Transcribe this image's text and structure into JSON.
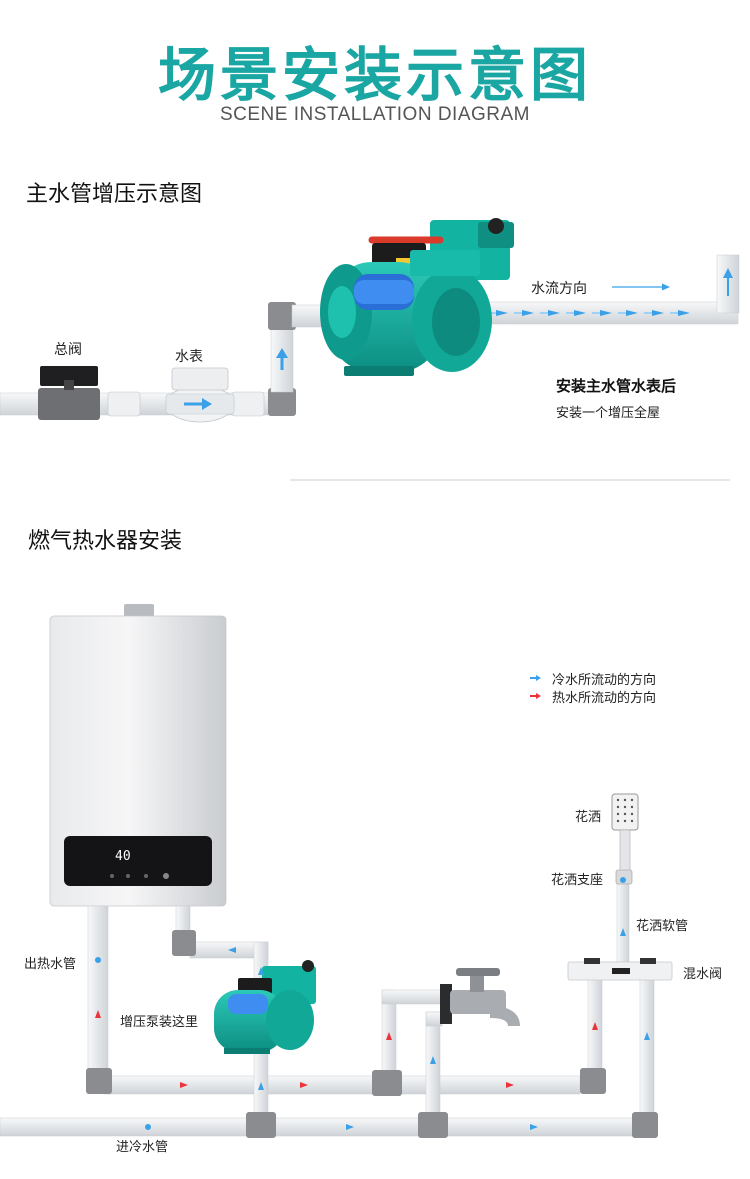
{
  "header": {
    "title": "场景安装示意图",
    "subtitle": "SCENE INSTALLATION DIAGRAM"
  },
  "section1": {
    "title": "主水管增压示意图",
    "labels": {
      "main_valve": "总阀",
      "water_meter": "水表",
      "flow_direction": "水流方向"
    },
    "note_title": "安装主水管水表后",
    "note_sub": "安装一个增压全屋"
  },
  "section2": {
    "title": "燃气热水器安装",
    "legend": [
      {
        "label": "冷水所流动的方向",
        "color": "#3aa0e8"
      },
      {
        "label": "热水所流动的方向",
        "color": "#e8343a"
      }
    ],
    "labels": {
      "shower": "花洒",
      "shower_holder": "花洒支座",
      "shower_hose": "花洒软管",
      "mixing_valve": "混水阀",
      "hot_outlet": "出热水管",
      "pump_here": "增压泵装这里",
      "cold_inlet": "进冷水管"
    },
    "heater_display": "40"
  },
  "colors": {
    "accent": "#1aa6a3",
    "cold_flow": "#3aa0e8",
    "hot_flow": "#e8343a",
    "pump_body": "#14b5a5",
    "pipe": "#e6e9ec"
  }
}
